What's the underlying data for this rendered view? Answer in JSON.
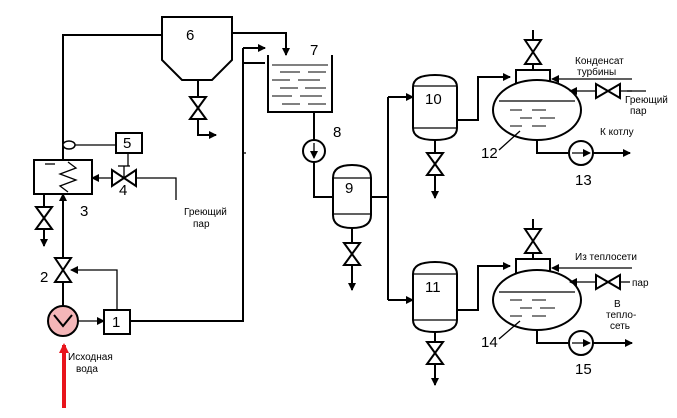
{
  "numbers": {
    "n1": "1",
    "n2": "2",
    "n3": "3",
    "n4": "4",
    "n5": "5",
    "n6": "6",
    "n7": "7",
    "n8": "8",
    "n9": "9",
    "n10": "10",
    "n11": "11",
    "n12": "12",
    "n13": "13",
    "n14": "14",
    "n15": "15"
  },
  "labels": {
    "source_water_1": "Исходная",
    "source_water_2": "вода",
    "heating_steam_1": "Греющий",
    "heating_steam_2": "пар",
    "turbine_condensate_1": "Конденсат",
    "turbine_condensate_2": "турбины",
    "heating_steam_top_1": "Греющий",
    "heating_steam_top_2": "пар",
    "to_boiler": "К котлу",
    "from_heating_network": "Из теплосети",
    "steam_bottom": "пар",
    "to_network_1": "В",
    "to_network_2": "тепло-",
    "to_network_3": "сеть"
  },
  "colors": {
    "line": "#000000",
    "inlet_arrow": "#e8141b",
    "pump1_fill": "#f4b6b8"
  }
}
